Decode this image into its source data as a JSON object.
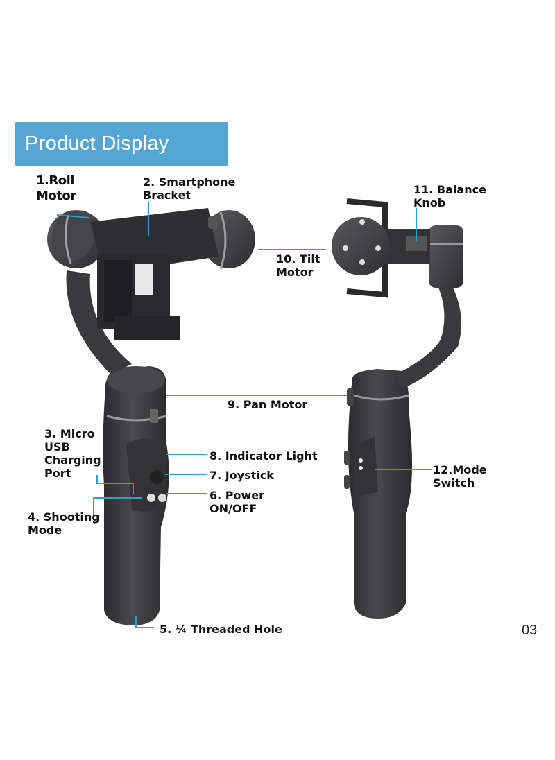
{
  "header": {
    "title": "Product Display"
  },
  "labels": {
    "roll_motor": "1.Roll\nMotor",
    "smartphone_bracket": "2. Smartphone\nBracket",
    "micro_usb": "3. Micro\nUSB\nCharging\nPort",
    "shooting_mode": "4. Shooting\nMode",
    "threaded_hole": "5. ¼ Threaded Hole",
    "power": "6. Power\nON/OFF",
    "joystick": "7. Joystick",
    "indicator_light": "8. Indicator Light",
    "pan_motor": "9. Pan Motor",
    "tilt_motor": "10. Tilt\nMotor",
    "balance_knob": "11. Balance\nKnob",
    "mode_switch": "12.Mode\nSwitch"
  },
  "page_number": "03",
  "colors": {
    "accent": "#56a6d4",
    "callout": "#2a9fd0",
    "device": "#3a3a3c"
  }
}
